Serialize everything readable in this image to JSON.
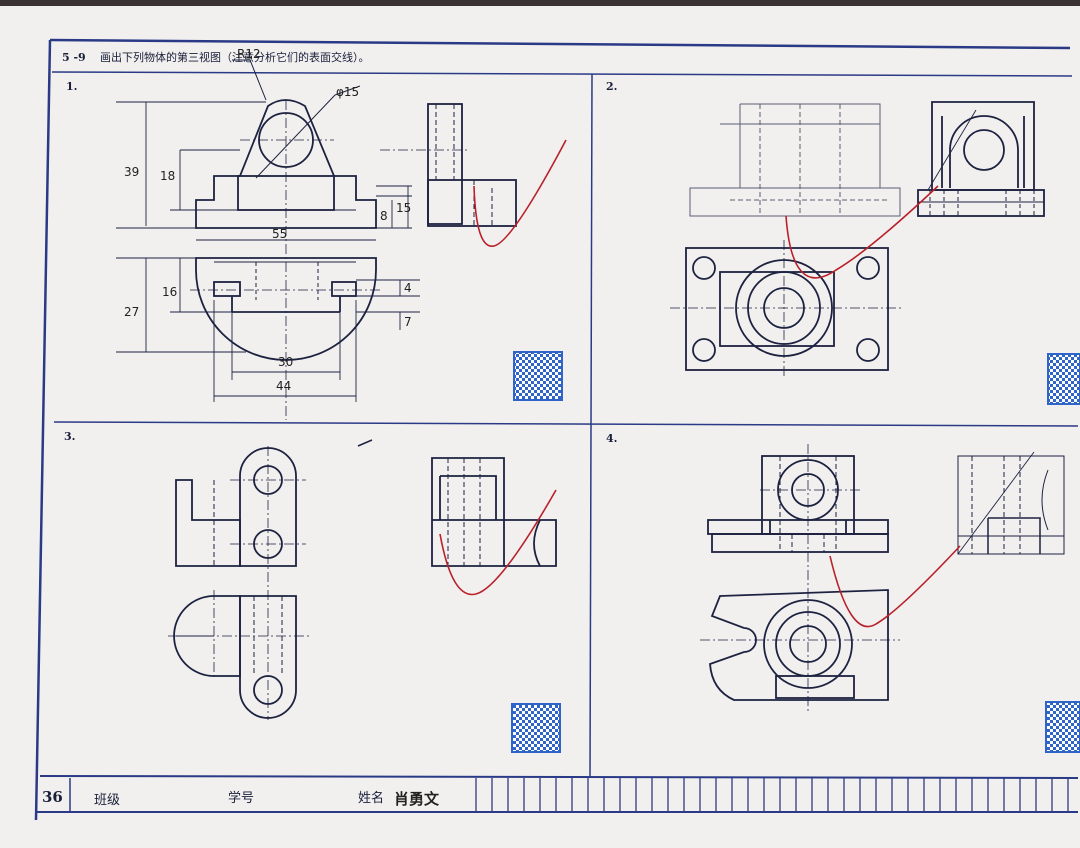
{
  "header": {
    "exercise_number": "5 -9",
    "instruction": "画出下列物体的第三视图（注意分析它们的表面交线）。"
  },
  "panels": [
    {
      "label": "1.",
      "dimensions": [
        "R12",
        "φ15",
        "39",
        "18",
        "8",
        "15",
        "55",
        "27",
        "16",
        "4",
        "7",
        "30",
        "44"
      ]
    },
    {
      "label": "2."
    },
    {
      "label": "3."
    },
    {
      "label": "4."
    }
  ],
  "footer": {
    "page_number": "36",
    "class_label": "班级",
    "student_id_label": "学号",
    "name_label": "姓名",
    "name_value": "肖勇文"
  },
  "colors": {
    "border": "#2b3a86",
    "ink": "#1a1f3a",
    "red_pen": "#b8202a",
    "qr": "#2f64c8"
  }
}
